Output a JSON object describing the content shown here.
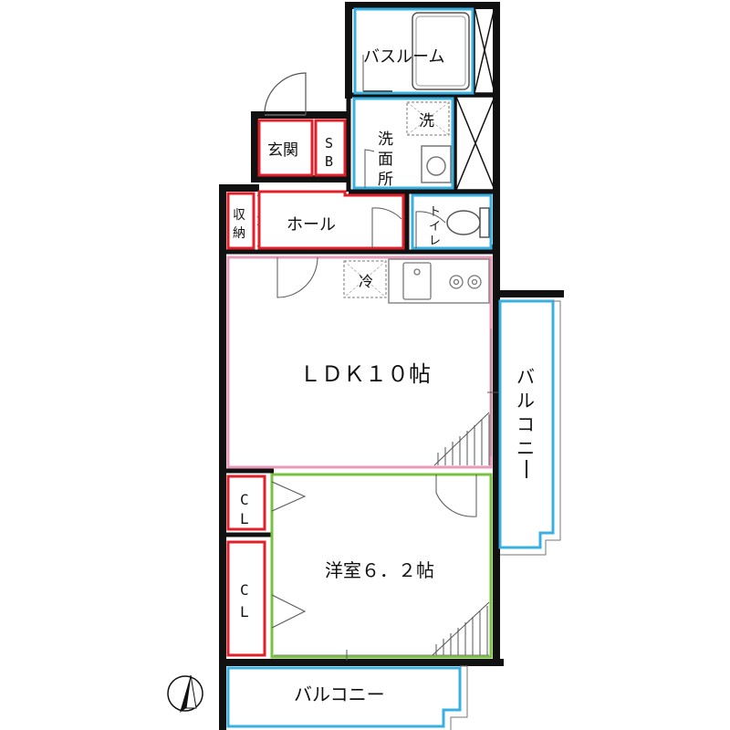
{
  "rooms": {
    "bathroom": "バスルーム",
    "washroom": "洗面所",
    "washing_machine": "洗",
    "entrance": "玄関",
    "shoe_box": "SB",
    "storage": "収納",
    "hall": "ホール",
    "toilet": "トイレ",
    "fridge": "冷",
    "ldk": "ＬＤＫ１０帖",
    "balcony_east": "バルコニー",
    "closet_1": "CL",
    "closet_2": "CL",
    "western_room": "洋室６．２帖",
    "balcony_south": "バルコニー"
  },
  "colors": {
    "wall": "#111111",
    "storage_outline": "#e0202a",
    "wet_area_outline": "#3ab0e0",
    "ldk_outline": "#e89ab8",
    "room_outline": "#7ac142",
    "fixture": "#888888"
  },
  "icons": {
    "north_arrow": "north-arrow-icon",
    "washing_machine": "washing-machine-icon",
    "fridge": "fridge-icon",
    "sink": "sink-icon",
    "stove": "stove-icon",
    "toilet": "toilet-icon"
  }
}
